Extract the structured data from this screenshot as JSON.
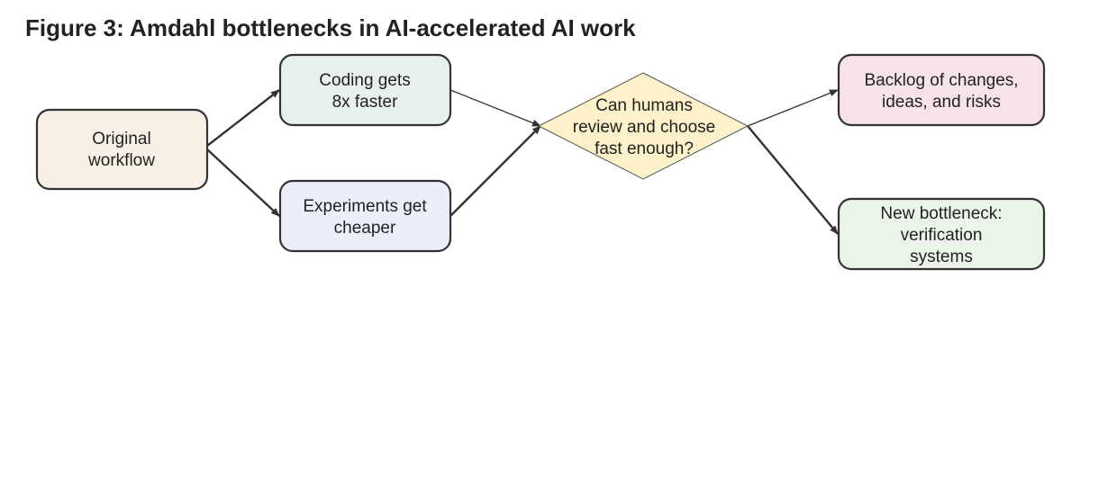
{
  "title": "Figure 3: Amdahl bottlenecks in AI-accelerated AI work",
  "nodes": {
    "original": {
      "lines": [
        "Original",
        "workflow"
      ],
      "fill": "#f8efe6"
    },
    "coding": {
      "lines": [
        "Coding gets",
        "8x faster"
      ],
      "fill": "#e8f1ee"
    },
    "experiments": {
      "lines": [
        "Experiments get",
        "cheaper"
      ],
      "fill": "#eceff9"
    },
    "decision": {
      "lines": [
        "Can humans",
        "review and choose",
        "fast enough?"
      ],
      "fill": "#fdf1c9"
    },
    "backlog": {
      "lines": [
        "Backlog of changes,",
        "ideas, and risks"
      ],
      "fill": "#f7e3e7"
    },
    "bottleneck": {
      "lines": [
        "New bottleneck:",
        "verification",
        "systems"
      ],
      "fill": "#ebf4e8"
    }
  },
  "colors": {
    "stroke": "#333333",
    "text": "#222222"
  }
}
